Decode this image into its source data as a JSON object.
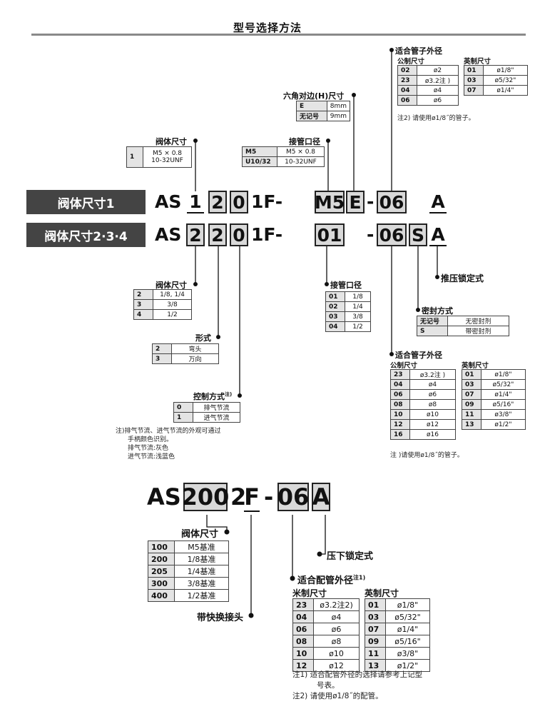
{
  "title": "型号选择方法",
  "bars": {
    "row1": "阀体尺寸1",
    "row2": "阀体尺寸2·3·4"
  },
  "row1": {
    "prefix": "AS",
    "c1": "1",
    "c2": "2",
    "c3": "0",
    "suffix": "1F-",
    "c4": "M5",
    "c5": "E",
    "dash": "-",
    "c6": "06",
    "c7": "A"
  },
  "row2": {
    "prefix": "AS",
    "c1": "2",
    "c2": "2",
    "c3": "0",
    "suffix": "1F-",
    "c4": "01",
    "dash": "-",
    "c6": "06",
    "c5": "S",
    "c7": "A"
  },
  "body_size_1": {
    "label": "阀体尺寸",
    "rows": [
      [
        "1",
        "M5 × 0.8\n10-32UNF"
      ]
    ]
  },
  "port_1": {
    "label": "接管口径",
    "rows": [
      [
        "M5",
        "M5 × 0.8"
      ],
      [
        "U10/32",
        "10-32UNF"
      ]
    ]
  },
  "hex": {
    "label": "六角对边(H)尺寸",
    "rows": [
      [
        "E",
        "8mm"
      ],
      [
        "无记号",
        "9mm"
      ]
    ]
  },
  "tube_1": {
    "label": "适合管子外径",
    "metric_label": "公制尺寸",
    "inch_label": "英制尺寸",
    "metric": [
      [
        "02",
        "ø2"
      ],
      [
        "23",
        "ø3.2注 )"
      ],
      [
        "04",
        "ø4"
      ],
      [
        "06",
        "ø6"
      ]
    ],
    "inch": [
      [
        "01",
        "ø1/8\""
      ],
      [
        "03",
        "ø5/32\""
      ],
      [
        "07",
        "ø1/4\""
      ]
    ],
    "note": "注2) 请使用ø1/8˝的管子。"
  },
  "body_size_2": {
    "label": "阀体尺寸",
    "rows": [
      [
        "2",
        "1/8, 1/4"
      ],
      [
        "3",
        "3/8"
      ],
      [
        "4",
        "1/2"
      ]
    ]
  },
  "form": {
    "label": "形式",
    "rows": [
      [
        "2",
        "弯头"
      ],
      [
        "3",
        "万向"
      ]
    ]
  },
  "control": {
    "label": "控制方式",
    "sup": "注)",
    "rows": [
      [
        "0",
        "排气节流"
      ],
      [
        "1",
        "进气节流"
      ]
    ],
    "note": [
      "注)排气节流、进气节流的外观可通过",
      "手柄颜色识别。",
      "排气节流:灰色",
      "进气节流:浅蓝色"
    ]
  },
  "port_2": {
    "label": "接管口径",
    "rows": [
      [
        "01",
        "1/8"
      ],
      [
        "02",
        "1/4"
      ],
      [
        "03",
        "3/8"
      ],
      [
        "04",
        "1/2"
      ]
    ]
  },
  "push": {
    "label": "推压锁定式"
  },
  "seal": {
    "label": "密封方式",
    "rows": [
      [
        "无记号",
        "无密封剂"
      ],
      [
        "S",
        "带密封剂"
      ]
    ]
  },
  "tube_2": {
    "label": "适合管子外径",
    "metric_label": "公制尺寸",
    "inch_label": "英制尺寸",
    "metric": [
      [
        "23",
        "ø3.2注 )"
      ],
      [
        "04",
        "ø4"
      ],
      [
        "06",
        "ø6"
      ],
      [
        "08",
        "ø8"
      ],
      [
        "10",
        "ø10"
      ],
      [
        "12",
        "ø12"
      ],
      [
        "16",
        "ø16"
      ]
    ],
    "inch": [
      [
        "01",
        "ø1/8\""
      ],
      [
        "03",
        "ø5/32\""
      ],
      [
        "07",
        "ø1/4\""
      ],
      [
        "09",
        "ø5/16\""
      ],
      [
        "11",
        "ø3/8\""
      ],
      [
        "13",
        "ø1/2\""
      ]
    ],
    "note": "注 )请使用ø1/8˝的管子。"
  },
  "code3": {
    "prefix": "AS",
    "c1": "200",
    "mid": "2",
    "f": "F",
    "dash": "-",
    "c2": "06",
    "c3": "A"
  },
  "body_size_3": {
    "label": "阀体尺寸",
    "rows": [
      [
        "100",
        "M5基准"
      ],
      [
        "200",
        "1/8基准"
      ],
      [
        "205",
        "1/4基准"
      ],
      [
        "300",
        "3/8基准"
      ],
      [
        "400",
        "1/2基准"
      ]
    ]
  },
  "quick": {
    "label": "带快换接头"
  },
  "press": {
    "label": "压下锁定式"
  },
  "tube_3": {
    "label": "适合配管外径",
    "sup": "注1)",
    "metric_label": "米制尺寸",
    "inch_label": "英制尺寸",
    "metric": [
      [
        "23",
        "ø3.2注2)"
      ],
      [
        "04",
        "ø4"
      ],
      [
        "06",
        "ø6"
      ],
      [
        "08",
        "ø8"
      ],
      [
        "10",
        "ø10"
      ],
      [
        "12",
        "ø12"
      ]
    ],
    "inch": [
      [
        "01",
        "ø1/8\""
      ],
      [
        "03",
        "ø5/32\""
      ],
      [
        "07",
        "ø1/4\""
      ],
      [
        "09",
        "ø5/16\""
      ],
      [
        "11",
        "ø3/8\""
      ],
      [
        "13",
        "ø1/2\""
      ]
    ],
    "notes": [
      "注1) 适合配管外径的选择请参考上记型",
      "号表。",
      "注2) 请使用ø1/8˝的配管。"
    ]
  }
}
